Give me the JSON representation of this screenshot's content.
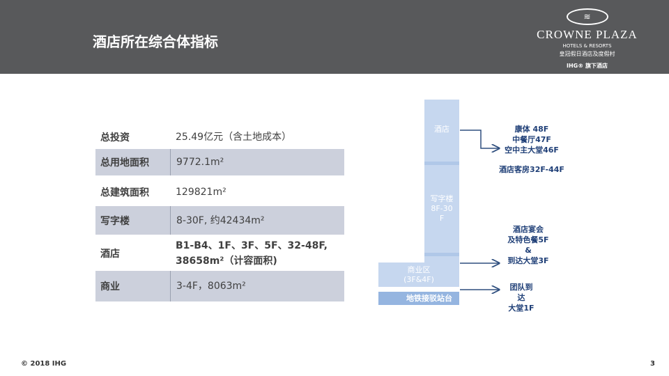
{
  "header": {
    "title": "酒店所在综合体指标",
    "logo": {
      "brand": "CROWNE PLAZA",
      "sub": "HOTELS & RESORTS",
      "cn": "皇冠假日酒店及度假村",
      "ihg": "IHG® 旗下酒店"
    }
  },
  "table": [
    {
      "k": "总投资",
      "v": "25.49亿元（含土地成本）"
    },
    {
      "k": "总用地面积",
      "v": "9772.1m²"
    },
    {
      "k": "总建筑面积",
      "v": "129821m²"
    },
    {
      "k": "写字楼",
      "v": "8-30F, 约42434m²"
    },
    {
      "k": "酒店",
      "v": "B1-B4、1F、3F、5F、32-48F, 38658m²（计容面积)"
    },
    {
      "k": "商业",
      "v": "3-4F，8063m²"
    }
  ],
  "diagram": {
    "hotel": "酒店",
    "office": "写字楼8F-30F",
    "commercial": "商业区(3F&4F)",
    "subway": "地铁接驳站台",
    "l1": "康体 48F\n中餐厅47F\n空中主大堂46F",
    "l2": "酒店客房32F-44F",
    "l3": "酒店宴会\n及特色餐5F\n&\n到达大堂3F",
    "l4": "团队到\n达\n大堂1F"
  },
  "footer": {
    "copyright": "© 2018 IHG",
    "page": "3"
  }
}
